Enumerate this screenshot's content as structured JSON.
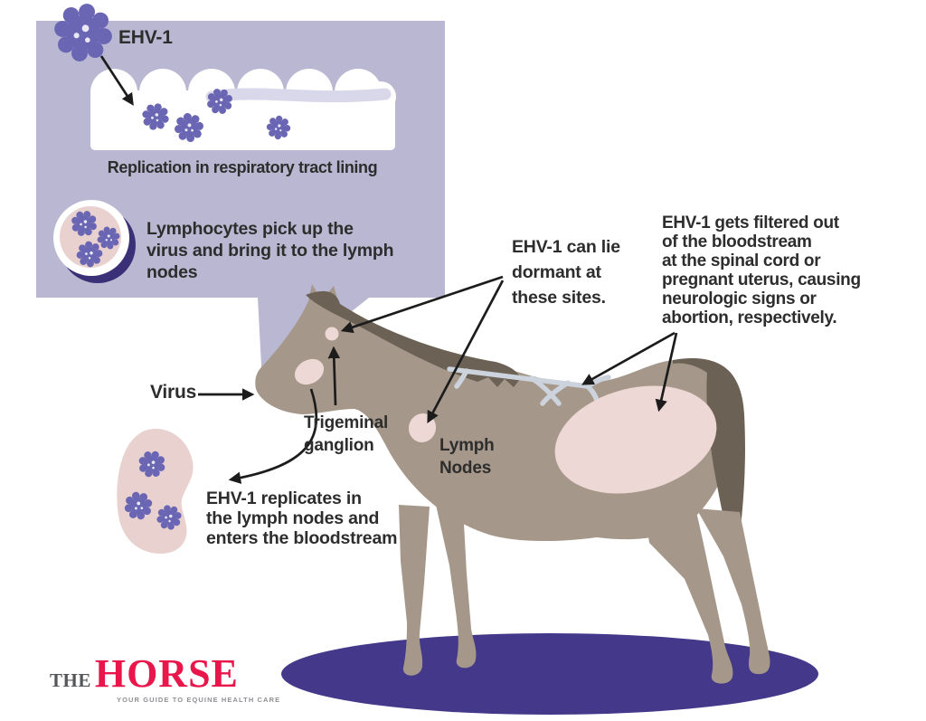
{
  "colors": {
    "lavender": "#b9b7d1",
    "streak": "#d9d8ea",
    "virus_purple": "#6a66b4",
    "cell_pink": "#e9d1cf",
    "spot_pink": "#eed8d6",
    "horse_body": "#a5988a",
    "horse_mane": "#6b6154",
    "shadow_navy": "#3a3077",
    "ground_purple": "#433889",
    "vessel": "#ccd3dd",
    "arrow": "#1c1c1c",
    "text": "#2d2d2d",
    "logo_red": "#e9164b",
    "logo_gray": "#55565a",
    "tagline_gray": "#8f9094"
  },
  "bubble": {
    "ehv1_label": "EHV-1",
    "replication_caption": "Replication in respiratory tract lining",
    "lymphocytes_lines": [
      "Lymphocytes pick up the",
      "virus and bring it to the lymph",
      "nodes"
    ]
  },
  "labels": {
    "virus": "Virus",
    "trigeminal": [
      "Trigeminal",
      "ganglion"
    ],
    "lymph_nodes": [
      "Lymph",
      "Nodes"
    ],
    "dormant": [
      "EHV-1 can lie",
      "dormant at",
      "these sites."
    ],
    "filtered": [
      "EHV-1 gets filtered out",
      "of the bloodstream",
      "at the spinal cord or",
      "pregnant uterus, causing",
      "neurologic signs or",
      "abortion, respectively."
    ],
    "replicates": [
      "EHV-1 replicates in",
      "the lymph nodes and",
      "enters the bloodstream"
    ]
  },
  "logo": {
    "the": "THE",
    "horse": "HORSE",
    "tagline": "YOUR GUIDE TO EQUINE HEALTH CARE"
  }
}
